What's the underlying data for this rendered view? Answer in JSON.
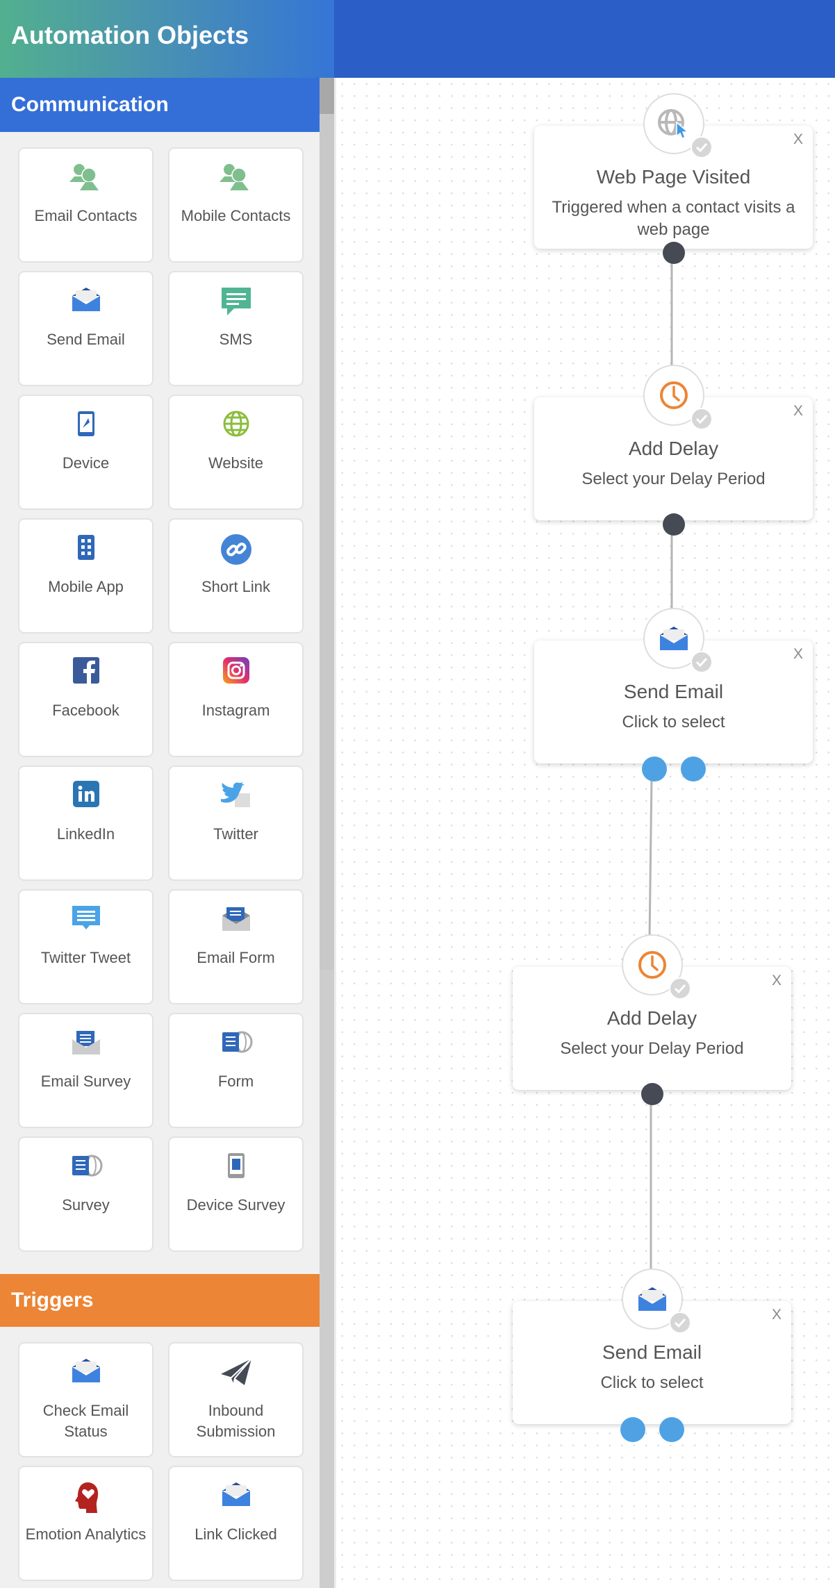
{
  "header": {
    "title": "Automation Objects"
  },
  "sidebar": {
    "sections": [
      {
        "title": "Communication",
        "color": "#346fd8",
        "items": [
          {
            "label": "Email Contacts",
            "icon": "contacts-icon"
          },
          {
            "label": "Mobile Contacts",
            "icon": "contacts-icon"
          },
          {
            "label": "Send Email",
            "icon": "envelope-icon"
          },
          {
            "label": "SMS",
            "icon": "sms-icon"
          },
          {
            "label": "Device",
            "icon": "device-icon"
          },
          {
            "label": "Website",
            "icon": "globe-icon"
          },
          {
            "label": "Mobile App",
            "icon": "mobile-app-icon"
          },
          {
            "label": "Short Link",
            "icon": "link-icon"
          },
          {
            "label": "Facebook",
            "icon": "facebook-icon"
          },
          {
            "label": "Instagram",
            "icon": "instagram-icon"
          },
          {
            "label": "LinkedIn",
            "icon": "linkedin-icon"
          },
          {
            "label": "Twitter",
            "icon": "twitter-icon"
          },
          {
            "label": "Twitter Tweet",
            "icon": "tweet-icon"
          },
          {
            "label": "Email Form",
            "icon": "email-form-icon"
          },
          {
            "label": "Email Survey",
            "icon": "email-survey-icon"
          },
          {
            "label": "Form",
            "icon": "form-icon"
          },
          {
            "label": "Survey",
            "icon": "survey-icon"
          },
          {
            "label": "Device Survey",
            "icon": "device-survey-icon"
          }
        ]
      },
      {
        "title": "Triggers",
        "color": "#ec8535",
        "items": [
          {
            "label": "Check Email Status",
            "icon": "envelope-icon"
          },
          {
            "label": "Inbound Submission",
            "icon": "paper-plane-icon"
          },
          {
            "label": "Emotion Analytics",
            "icon": "emotion-head-icon"
          },
          {
            "label": "Link Clicked",
            "icon": "envelope-icon"
          }
        ]
      }
    ]
  },
  "canvas": {
    "nodes": [
      {
        "title": "Web Page Visited",
        "subtitle": "Triggered when a contact visits a web page",
        "icon": "globe-cursor-icon",
        "close": "X"
      },
      {
        "title": "Add Delay",
        "subtitle": "Select your Delay Period",
        "icon": "clock-icon",
        "close": "X"
      },
      {
        "title": "Send Email",
        "subtitle": "Click to select",
        "icon": "envelope-icon",
        "close": "X"
      },
      {
        "title": "Add Delay",
        "subtitle": "Select your Delay Period",
        "icon": "clock-icon",
        "close": "X"
      },
      {
        "title": "Send Email",
        "subtitle": "Click to select",
        "icon": "envelope-icon",
        "close": "X"
      }
    ]
  },
  "colors": {
    "header": "#2b5ec6",
    "communication": "#346fd8",
    "triggers": "#ec8535",
    "connector": "#454a55",
    "output": "#4ea2e4"
  }
}
